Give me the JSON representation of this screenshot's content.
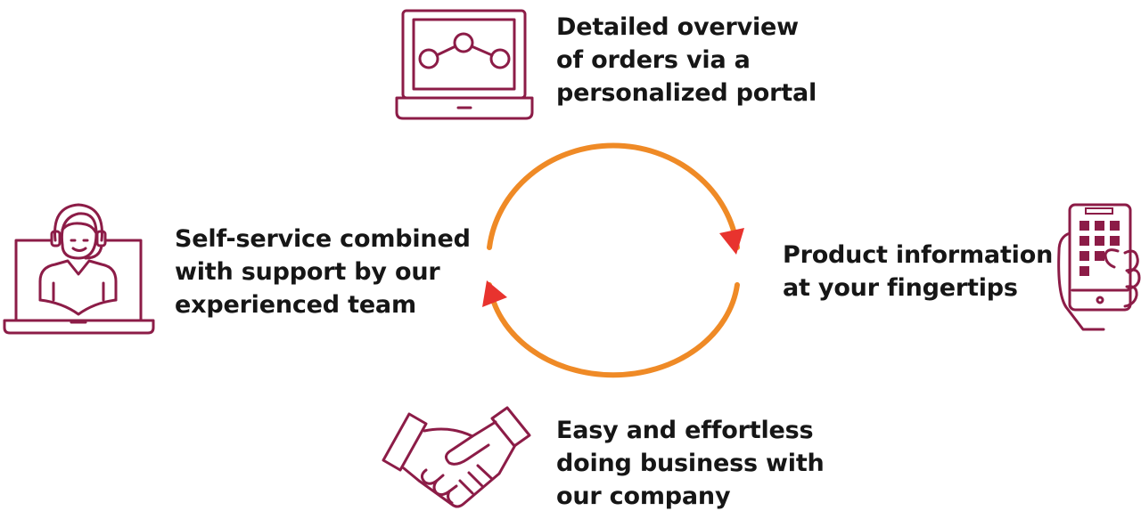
{
  "colors": {
    "icon_stroke": "#8c1c47",
    "cycle_ring": "#ef8a26",
    "cycle_arrow": "#e8332e",
    "text": "#161616",
    "background": "#ffffff"
  },
  "cycle": {
    "direction": "clockwise",
    "arrowheads": 2
  },
  "nodes": {
    "top": {
      "icon": "laptop-chart-icon",
      "lines": [
        "Detailed overview",
        "of orders via a",
        "personalized portal"
      ]
    },
    "right": {
      "icon": "smartphone-hand-icon",
      "lines": [
        "Product information",
        "at your fingertips"
      ]
    },
    "bottom": {
      "icon": "handshake-icon",
      "lines": [
        "Easy and effortless",
        "doing business with",
        "our company"
      ]
    },
    "left": {
      "icon": "support-agent-laptop-icon",
      "lines": [
        "Self-service combined",
        "with support by our",
        "experienced team"
      ]
    }
  }
}
